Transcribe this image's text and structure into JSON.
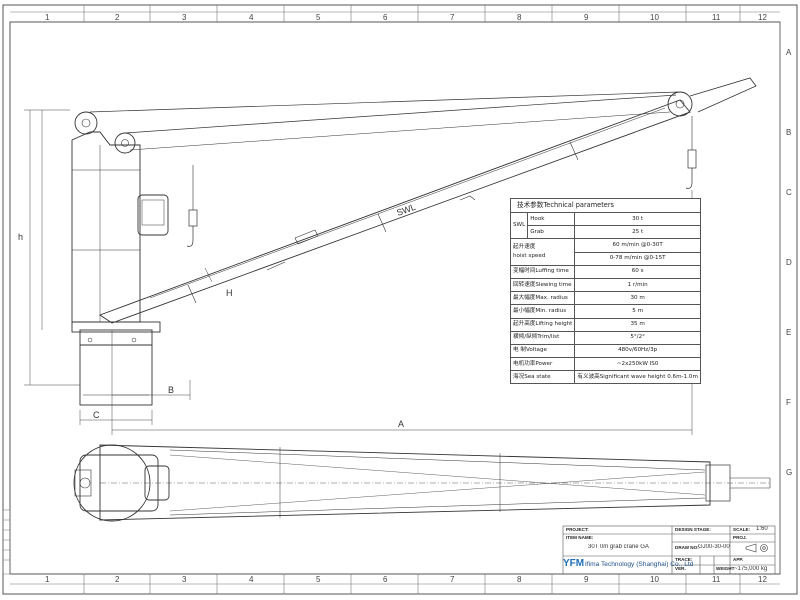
{
  "drawing": {
    "grid_columns": [
      "1",
      "2",
      "3",
      "4",
      "5",
      "6",
      "7",
      "8",
      "9",
      "10",
      "11",
      "12"
    ],
    "grid_rows_right": [
      "A",
      "B",
      "C",
      "D",
      "E",
      "F",
      "G"
    ],
    "dimensions": {
      "A": "A",
      "B": "B",
      "C": "C",
      "h": "h",
      "H": "H"
    },
    "boom_marking": "SWL"
  },
  "tech_params": {
    "title": "技术参数Technical parameters",
    "swl_label": "SWL",
    "rows": [
      {
        "label": "Hook",
        "value": "30  t"
      },
      {
        "label": "Grab",
        "value": "25  t"
      },
      {
        "label": "hoist speed",
        "label_cn": "起升速度",
        "value": "60 m/min  @0-30T"
      },
      {
        "label": "",
        "value": "0-78 m/min  @0-15T"
      },
      {
        "label": "变幅时间Luffing time",
        "value": "60 s"
      },
      {
        "label": "回转速度Slewing time",
        "value": "1 r/min"
      },
      {
        "label": "最大幅度Max. radius",
        "value": "30 m"
      },
      {
        "label": "最小幅度Min. radius",
        "value": "5 m"
      },
      {
        "label": "起升高度Lifting height",
        "value": "35 m"
      },
      {
        "label": "横倾/纵倾Trim/list",
        "value": "5°/2°"
      },
      {
        "label": "电  制Voltage",
        "value": "480v/60Hz/3p"
      },
      {
        "label": "电机功率Power",
        "value": "~2x250kW IS0"
      },
      {
        "label": "海况Sea state",
        "value": "有义波高Significant wave height  0.6m-1.0m"
      }
    ]
  },
  "title_block": {
    "project_label": "PROJECT:",
    "design_stage_label": "DESIGN STAGE:",
    "scale_label": "SCALE:",
    "scale_value": "1:60",
    "item_name_label": "ITEM NAME:",
    "item_name_value": "30T 0m grab crane GA",
    "drawing_no_label": "DRAW NO:",
    "drawing_no_value": "GJ00-30-00",
    "proj_label": "PROJ.",
    "trace_label": "TRACE:",
    "app_label": "APP.",
    "ver_label": "VER.",
    "weight_label": "WEIGHT",
    "weight_value": "~175,000 kg",
    "logo_text": "YFM",
    "company_name": "Ifima Technology (Shanghai) Co., Ltd"
  }
}
